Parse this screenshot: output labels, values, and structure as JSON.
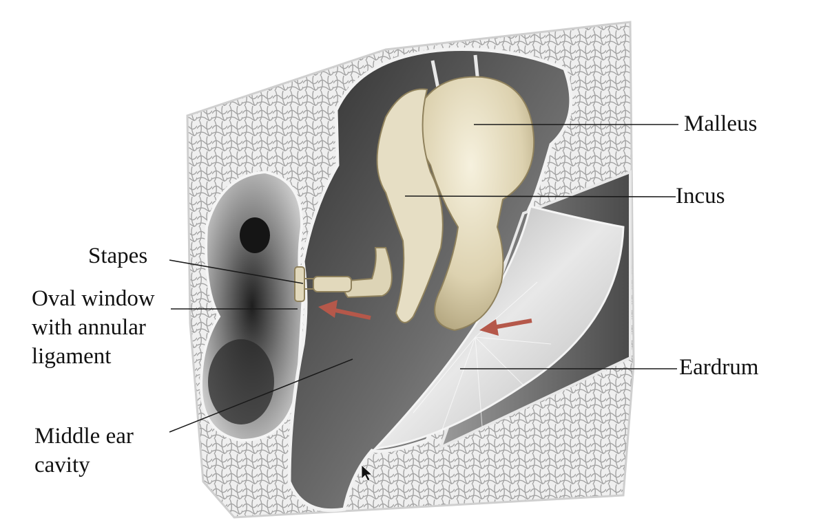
{
  "labels": {
    "malleus": "Malleus",
    "incus": "Incus",
    "stapes": "Stapes",
    "oval_window": [
      "Oval window",
      "with annular",
      "ligament"
    ],
    "eardrum": "Eardrum",
    "middle_ear_cavity": [
      "Middle ear",
      "cavity"
    ]
  },
  "colors": {
    "bone_background": "#eaeaea",
    "bone_mesh": "#9c9c9c",
    "cavity_dark": "#3b3b3b",
    "cavity_mid": "#8a8a8a",
    "ossicle": "#e4dcc0",
    "ossicle_shade": "#b8aa82",
    "eardrum": "#d6d6d6",
    "arrow": "#b5584a",
    "text": "#111111"
  }
}
